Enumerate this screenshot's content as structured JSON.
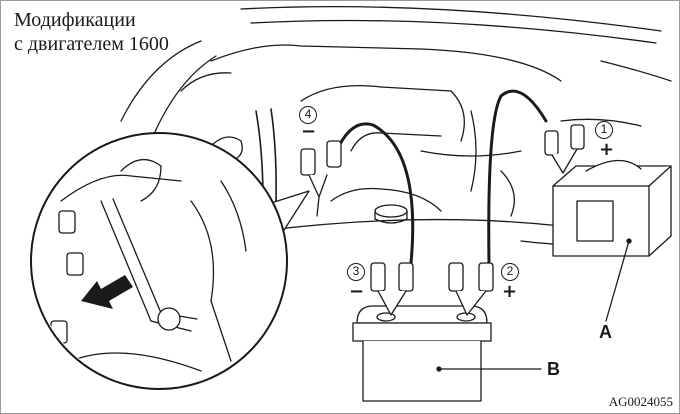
{
  "title_lines": [
    "Модификации",
    "с двигателем 1600"
  ],
  "markers": {
    "m1": {
      "number": "1",
      "sign": "+"
    },
    "m2": {
      "number": "2",
      "sign": "+"
    },
    "m3": {
      "number": "3",
      "sign": "−"
    },
    "m4": {
      "number": "4",
      "sign": "−"
    }
  },
  "callouts": {
    "a": "A",
    "b": "B"
  },
  "figure_ref": "AG0024055",
  "colors": {
    "line": "#1a1a1a",
    "background": "#ffffff",
    "fill": "#ffffff"
  }
}
